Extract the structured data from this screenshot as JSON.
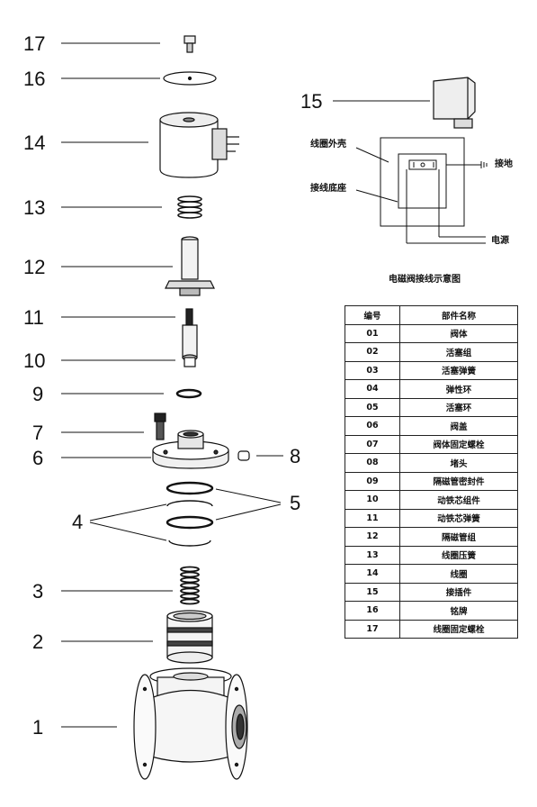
{
  "callouts": [
    "17",
    "16",
    "14",
    "13",
    "12",
    "11",
    "10",
    "9",
    "7",
    "6",
    "8",
    "5",
    "4",
    "3",
    "2",
    "1",
    "15"
  ],
  "wiring": {
    "labels": {
      "coil_shell": "线圈外壳",
      "terminal_base": "接线底座",
      "ground": "接地",
      "power": "电源"
    },
    "title": "电磁阀接线示意图"
  },
  "parts_table": {
    "headers": [
      "编号",
      "部件名称"
    ],
    "rows": [
      [
        "01",
        "阀体"
      ],
      [
        "02",
        "活塞组"
      ],
      [
        "03",
        "活塞弹簧"
      ],
      [
        "04",
        "弹性环"
      ],
      [
        "05",
        "活塞环"
      ],
      [
        "06",
        "阀盖"
      ],
      [
        "07",
        "阀体固定螺栓"
      ],
      [
        "08",
        "堵头"
      ],
      [
        "09",
        "隔磁管密封件"
      ],
      [
        "10",
        "动铁芯组件"
      ],
      [
        "11",
        "动铁芯弹簧"
      ],
      [
        "12",
        "隔磁管组"
      ],
      [
        "13",
        "线圈压簧"
      ],
      [
        "14",
        "线圈"
      ],
      [
        "15",
        "接插件"
      ],
      [
        "16",
        "铭牌"
      ],
      [
        "17",
        "线圈固定螺栓"
      ]
    ]
  },
  "colors": {
    "ink": "#111111",
    "shade": "#555555",
    "light": "#e6e6e6"
  }
}
